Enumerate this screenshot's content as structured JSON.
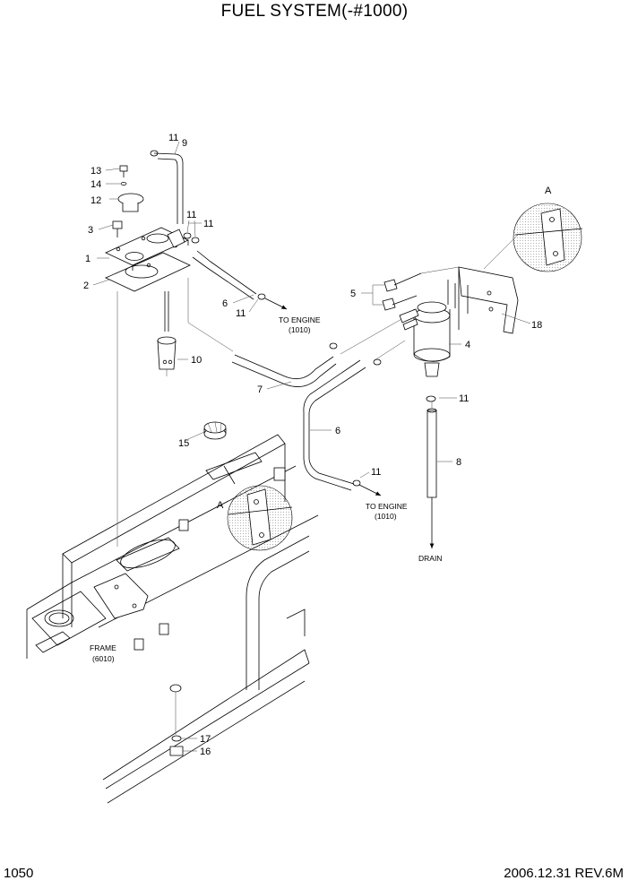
{
  "title": "FUEL SYSTEM(-#1000)",
  "page_number": "1050",
  "revision": "2006.12.31 REV.6M",
  "callouts": [
    "1",
    "2",
    "3",
    "4",
    "5",
    "6",
    "6",
    "7",
    "8",
    "9",
    "10",
    "11",
    "11",
    "11",
    "11",
    "11",
    "11",
    "12",
    "13",
    "14",
    "15",
    "16",
    "17",
    "18"
  ],
  "labels": {
    "detail_a_top": "A",
    "detail_a_frame": "A",
    "to_engine_1": "TO ENGINE",
    "to_engine_1_ref": "(1010)",
    "to_engine_2": "TO ENGINE",
    "to_engine_2_ref": "(1010)",
    "drain": "DRAIN",
    "frame": "FRAME",
    "frame_ref": "(6010)"
  }
}
